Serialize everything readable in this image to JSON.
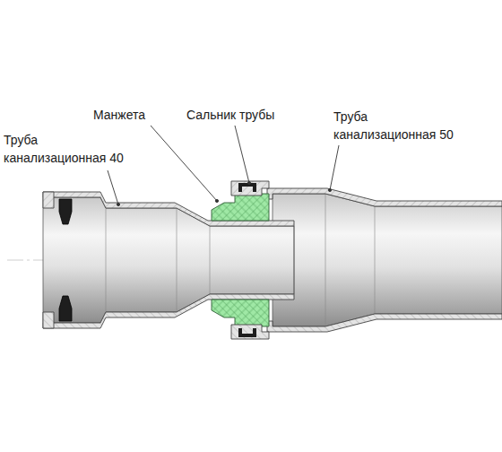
{
  "diagram": {
    "labels": [
      "Манжета",
      "Сальник трубы",
      "Труба канализационная 50",
      "Труба канализационная 40"
    ]
  }
}
